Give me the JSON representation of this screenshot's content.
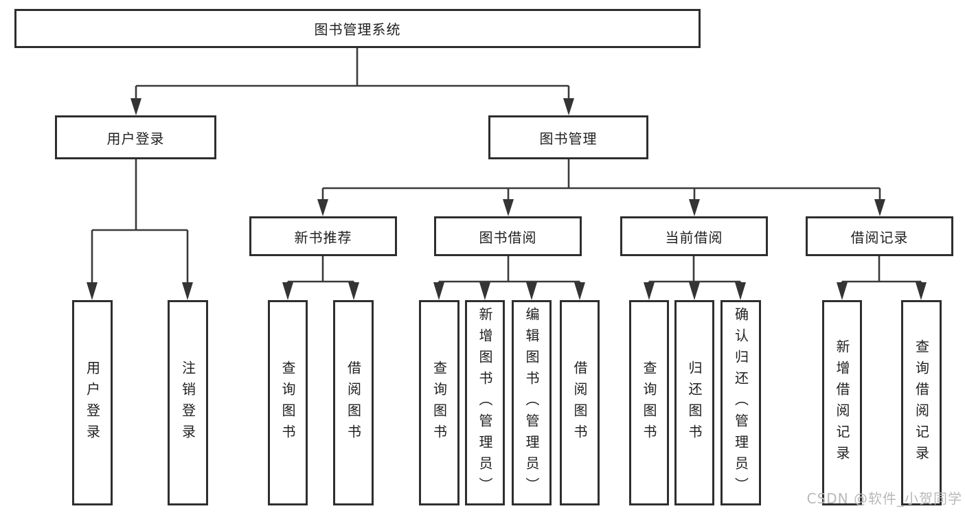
{
  "diagram": {
    "root": {
      "label": "图书管理系统",
      "children": [
        {
          "label": "用户登录",
          "children": [
            {
              "label": "用户登录"
            },
            {
              "label": "注销登录"
            }
          ]
        },
        {
          "label": "图书管理",
          "children": [
            {
              "label": "新书推荐",
              "children": [
                {
                  "label": "查询图书"
                },
                {
                  "label": "借阅图书"
                }
              ]
            },
            {
              "label": "图书借阅",
              "children": [
                {
                  "label": "查询图书"
                },
                {
                  "label": "新增图书（管理员）"
                },
                {
                  "label": "编辑图书（管理员）"
                },
                {
                  "label": "借阅图书"
                }
              ]
            },
            {
              "label": "当前借阅",
              "children": [
                {
                  "label": "查询图书"
                },
                {
                  "label": "归还图书"
                },
                {
                  "label": "确认归还（管理员）"
                }
              ]
            },
            {
              "label": "借阅记录",
              "children": [
                {
                  "label": "新增借阅记录"
                },
                {
                  "label": "查询借阅记录"
                }
              ]
            }
          ]
        }
      ]
    }
  },
  "watermark": {
    "text": "CSDN @软件_小贺同学"
  },
  "colors": {
    "line": "#3a3a3a",
    "box_border": "#2e2e2e",
    "text": "#1f1f1f",
    "watermark": "#b9b9b9",
    "background": "#ffffff"
  }
}
